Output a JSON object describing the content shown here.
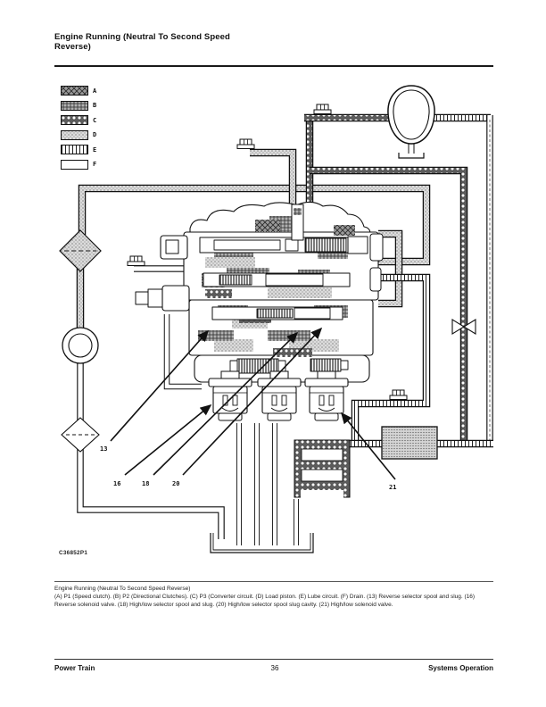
{
  "header": {
    "title_line1": "Engine Running (Neutral To Second Speed",
    "title_line2": "Reverse)"
  },
  "legend": {
    "items": [
      {
        "label": "A",
        "pattern": "dark-crosshatch"
      },
      {
        "label": "B",
        "pattern": "dark-speckle"
      },
      {
        "label": "C",
        "pattern": "circles-on-dark"
      },
      {
        "label": "D",
        "pattern": "light-stipple"
      },
      {
        "label": "E",
        "pattern": "vertical-lines"
      },
      {
        "label": "F",
        "pattern": "plain-white"
      }
    ]
  },
  "figure": {
    "photo_id": "C36852P1",
    "callouts": [
      {
        "label": "13"
      },
      {
        "label": "16"
      },
      {
        "label": "18"
      },
      {
        "label": "20"
      },
      {
        "label": "21"
      }
    ]
  },
  "caption": {
    "title": "Engine Running (Neutral To Second Speed Reverse)",
    "body": "(A) P1 (Speed clutch). (B) P2 (Directional Clutches). (C) P3 (Converter circuit. (D) Load piston. (E) Lube circuit. (F) Drain. (13) Reverse selector spool and slug. (16) Reverse solenoid valve. (18) High/low selector spool and slug. (20) High/low selector spool slug cavity. (21) High/low solenoid valve."
  },
  "footer": {
    "left": "Power Train",
    "page_number": "36",
    "right": "Systems Operation"
  }
}
